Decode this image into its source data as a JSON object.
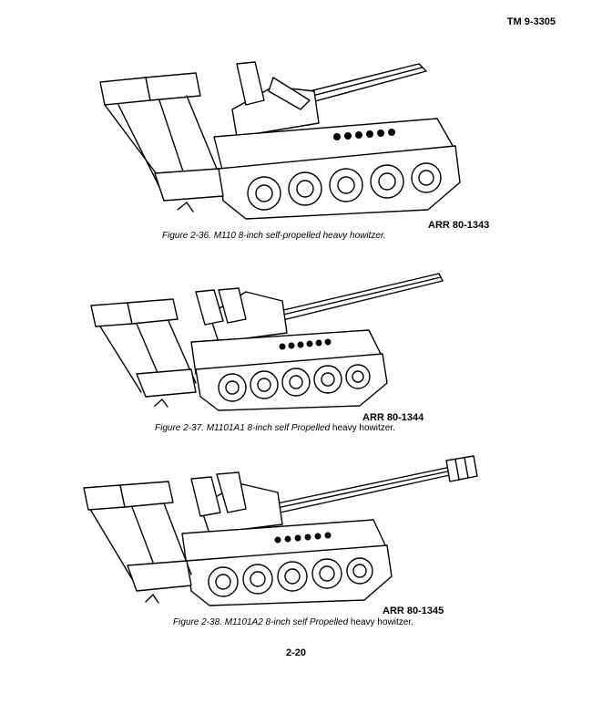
{
  "header": {
    "doc_id": "TM 9-3305"
  },
  "figures": [
    {
      "arr": "ARR 80-1343",
      "caption": "Figure 2-36.  M110 8-inch self-propelled heavy howitzer.",
      "caption_tail": ""
    },
    {
      "arr": "ARR 80-1344",
      "caption": "Figure 2-37.  M1101A1 8-inch self Propelled",
      "caption_tail": " heavy howitzer."
    },
    {
      "arr": "ARR 80-1345",
      "caption": "Figure 2-38.  M1101A2 8-inch self Propelled",
      "caption_tail": " heavy howitzer."
    }
  ],
  "footer": {
    "page_number": "2-20"
  }
}
